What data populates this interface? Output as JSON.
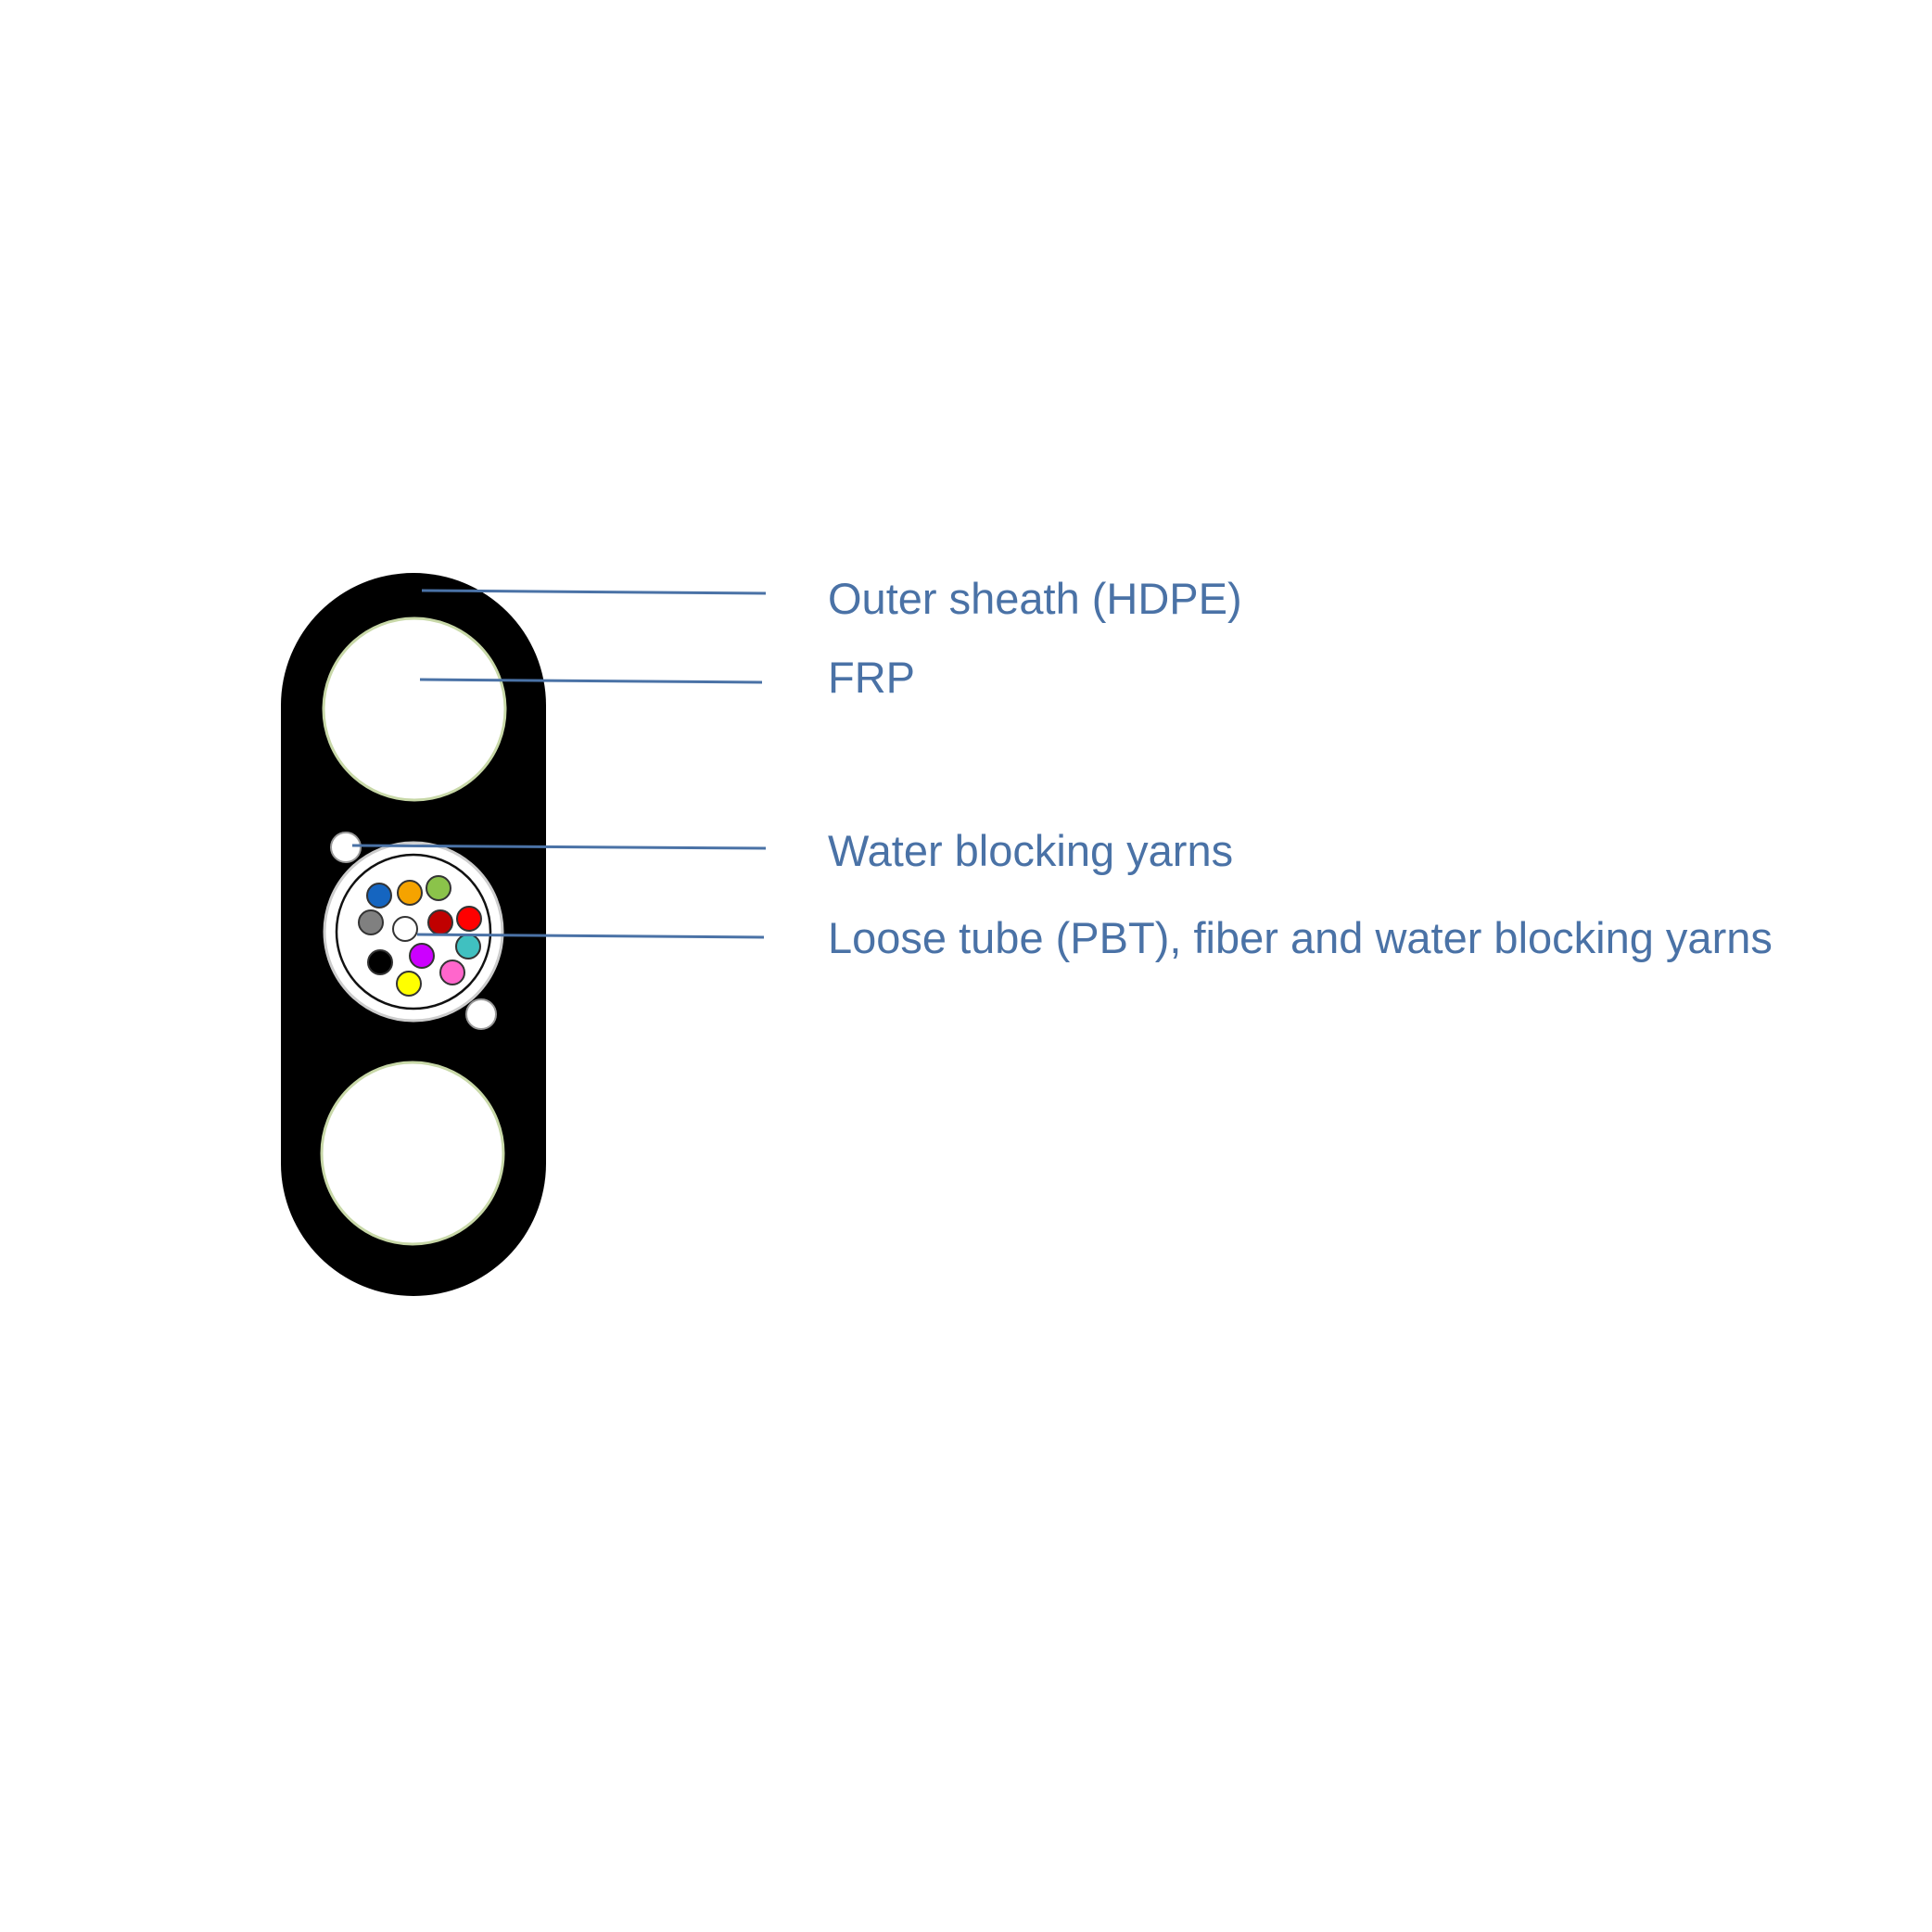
{
  "labels": {
    "outer_sheath": "Outer sheath (HDPE)",
    "frp": "FRP",
    "water_blocking_yarns": "Water blocking yarns",
    "loose_tube": "Loose tube (PBT), fiber and water blocking yarns"
  },
  "colors": {
    "sheath": "#000000",
    "label_text": "#4a72a6",
    "leader_line": "#4a72a6",
    "frp_fill": "#ffffff",
    "frp_outline": "#c8d8a8"
  },
  "fibers": [
    {
      "color": "blue",
      "hex": "#1565c0"
    },
    {
      "color": "orange",
      "hex": "#f5a300"
    },
    {
      "color": "green",
      "hex": "#8bc34a"
    },
    {
      "color": "gray",
      "hex": "#808080"
    },
    {
      "color": "white",
      "hex": "#ffffff"
    },
    {
      "color": "dark-red",
      "hex": "#c00000"
    },
    {
      "color": "red",
      "hex": "#ff0000"
    },
    {
      "color": "black",
      "hex": "#000000"
    },
    {
      "color": "violet",
      "hex": "#cc00ff"
    },
    {
      "color": "aqua",
      "hex": "#40c0c0"
    },
    {
      "color": "yellow",
      "hex": "#ffff00"
    },
    {
      "color": "pink",
      "hex": "#ff66cc"
    }
  ]
}
